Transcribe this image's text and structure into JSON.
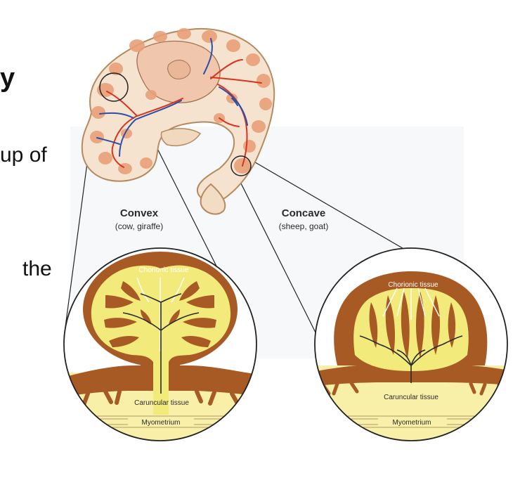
{
  "slide_text": {
    "fragment_1": "y",
    "fragment_2": "up of",
    "fragment_3": "the"
  },
  "convex": {
    "title": "Convex",
    "subtitle": "(cow, giraffe)",
    "chorionic_label": "Chorionic tissue",
    "caruncular_label": "Caruncular tissue",
    "myometrium_label": "Myometrium"
  },
  "concave": {
    "title": "Concave",
    "subtitle": "(sheep, goat)",
    "chorionic_label": "Chorionic tissue",
    "caruncular_label": "Caruncular tissue",
    "myometrium_label": "Myometrium"
  },
  "colors": {
    "brown_tissue": "#a85a24",
    "yellow_tissue": "#f3ea7c",
    "pale_yellow": "#f8f0a8",
    "uterus_fill": "#f2d7c0",
    "cotyledon": "#e8a079",
    "artery": "#d9331f",
    "vein": "#2b4fa8"
  }
}
